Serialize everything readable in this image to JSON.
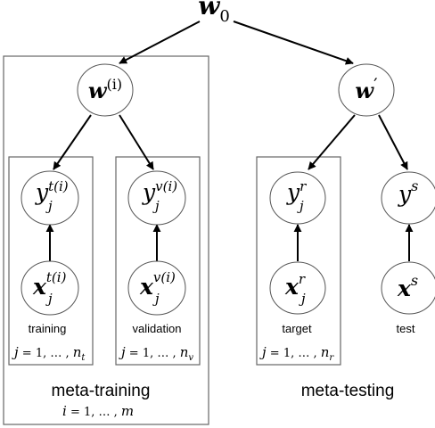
{
  "nodes": {
    "w0": {
      "base": "w",
      "sub": "0"
    },
    "wi": {
      "base": "w",
      "sup": "(i)"
    },
    "wp": {
      "base": "w",
      "sup": "′"
    },
    "yt": {
      "base": "y",
      "sup": "t(i)",
      "sub": "j"
    },
    "yv": {
      "base": "y",
      "sup": "v(i)",
      "sub": "j"
    },
    "xt": {
      "base": "x",
      "sup": "t(i)",
      "sub": "j"
    },
    "xv": {
      "base": "x",
      "sup": "v(i)",
      "sub": "j"
    },
    "yr": {
      "base": "y",
      "sup": "r",
      "sub": "j"
    },
    "ys": {
      "base": "y",
      "sup": "s"
    },
    "xr": {
      "base": "x",
      "sup": "r",
      "sub": "j"
    },
    "xs": {
      "base": "x",
      "sup": "s"
    }
  },
  "labels": {
    "training": "training",
    "validation": "validation",
    "target": "target",
    "test": "test",
    "meta_training": "meta-training",
    "meta_testing": "meta-testing"
  },
  "ranges": {
    "nt": {
      "var": "j",
      "eq": " = 1, … , ",
      "n": "n",
      "sub": "t"
    },
    "nv": {
      "var": "j",
      "eq": " = 1, … , ",
      "n": "n",
      "sub": "v"
    },
    "nr": {
      "var": "j",
      "eq": " = 1, … , ",
      "n": "n",
      "sub": "r"
    },
    "m": {
      "var": "i",
      "eq": " = 1, … , ",
      "n": "m"
    }
  }
}
